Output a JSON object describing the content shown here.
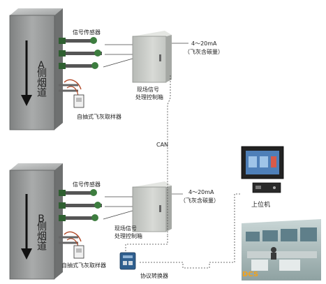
{
  "unit_a": {
    "duct_letter": "A",
    "duct_label": "侧烟道",
    "sensor_label": "信号传感器",
    "box_label_line1": "现场信号",
    "box_label_line2": "处理控制箱",
    "signal_line1": "4～20mA",
    "signal_line2": "（飞灰含碳量）",
    "sampler_label": "自抽式飞灰取样器"
  },
  "unit_b": {
    "duct_letter": "B",
    "duct_label": "侧烟道",
    "sensor_label": "信号传感器",
    "box_label_line1": "现场信号",
    "box_label_line2": "处理控制箱",
    "signal_line1": "4～20mA",
    "signal_line2": "（飞灰含碳量）",
    "sampler_label": "自抽式飞灰取样器"
  },
  "bus_label": "CAN",
  "converter_label": "协议转换器",
  "upper_computer_label": "上位机",
  "dcs_label": "DCS",
  "colors": {
    "duct": "#9a9c9c",
    "box": "#c9ccc8",
    "line": "#444444",
    "sensor_green": "#3d7d3f",
    "dcs_text": "#f2a21b"
  }
}
